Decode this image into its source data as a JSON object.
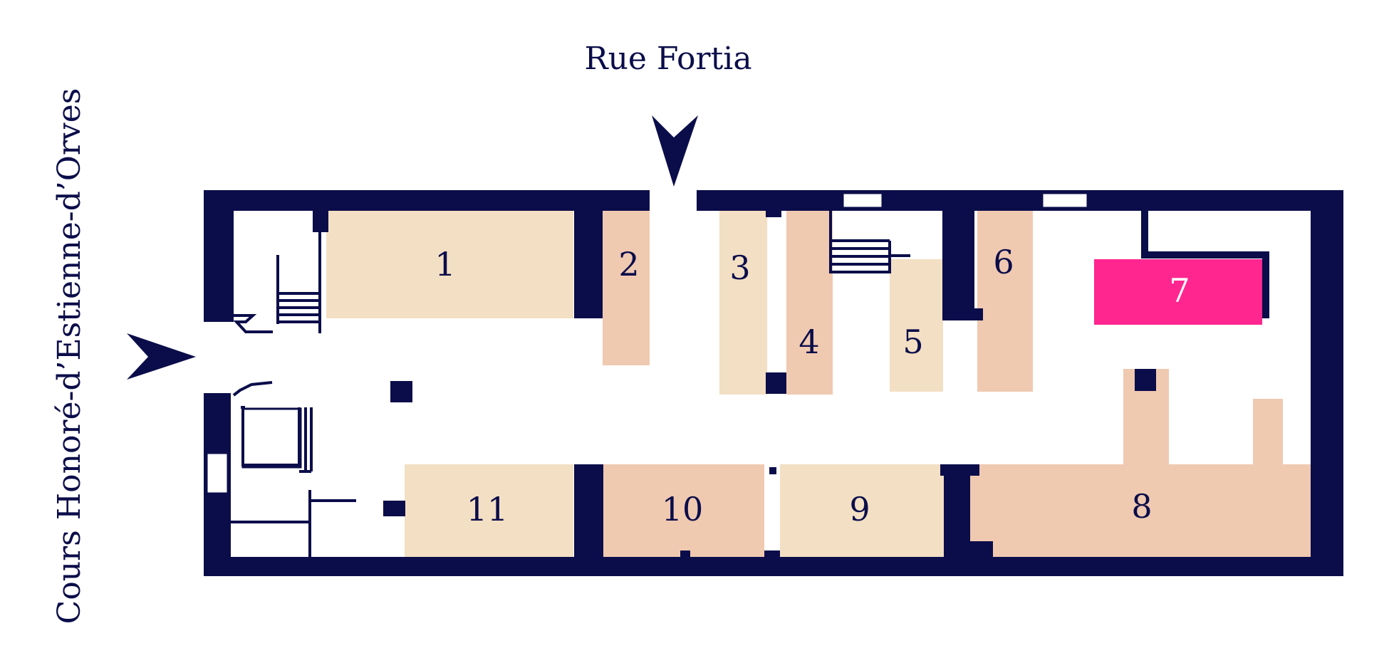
{
  "streets": {
    "top": "Rue Fortia",
    "left": "Cours Honoré-d’Estienne-d’Orves"
  },
  "colors": {
    "wall": "#0b0d4a",
    "room_light": "#f3dfc4",
    "room_medium": "#f0c9b1",
    "highlight": "#ff2690",
    "window": "#ffffff"
  },
  "rooms": [
    {
      "label": "1",
      "tone": "light"
    },
    {
      "label": "2",
      "tone": "medium"
    },
    {
      "label": "3",
      "tone": "light"
    },
    {
      "label": "4",
      "tone": "medium"
    },
    {
      "label": "5",
      "tone": "light"
    },
    {
      "label": "6",
      "tone": "medium"
    },
    {
      "label": "7",
      "tone": "highlight"
    },
    {
      "label": "8",
      "tone": "medium"
    },
    {
      "label": "9",
      "tone": "light"
    },
    {
      "label": "10",
      "tone": "medium"
    },
    {
      "label": "11",
      "tone": "light"
    }
  ],
  "entrances": [
    {
      "name": "entrance-rue-fortia",
      "direction": "down"
    },
    {
      "name": "entrance-cours-honore",
      "direction": "right"
    }
  ]
}
